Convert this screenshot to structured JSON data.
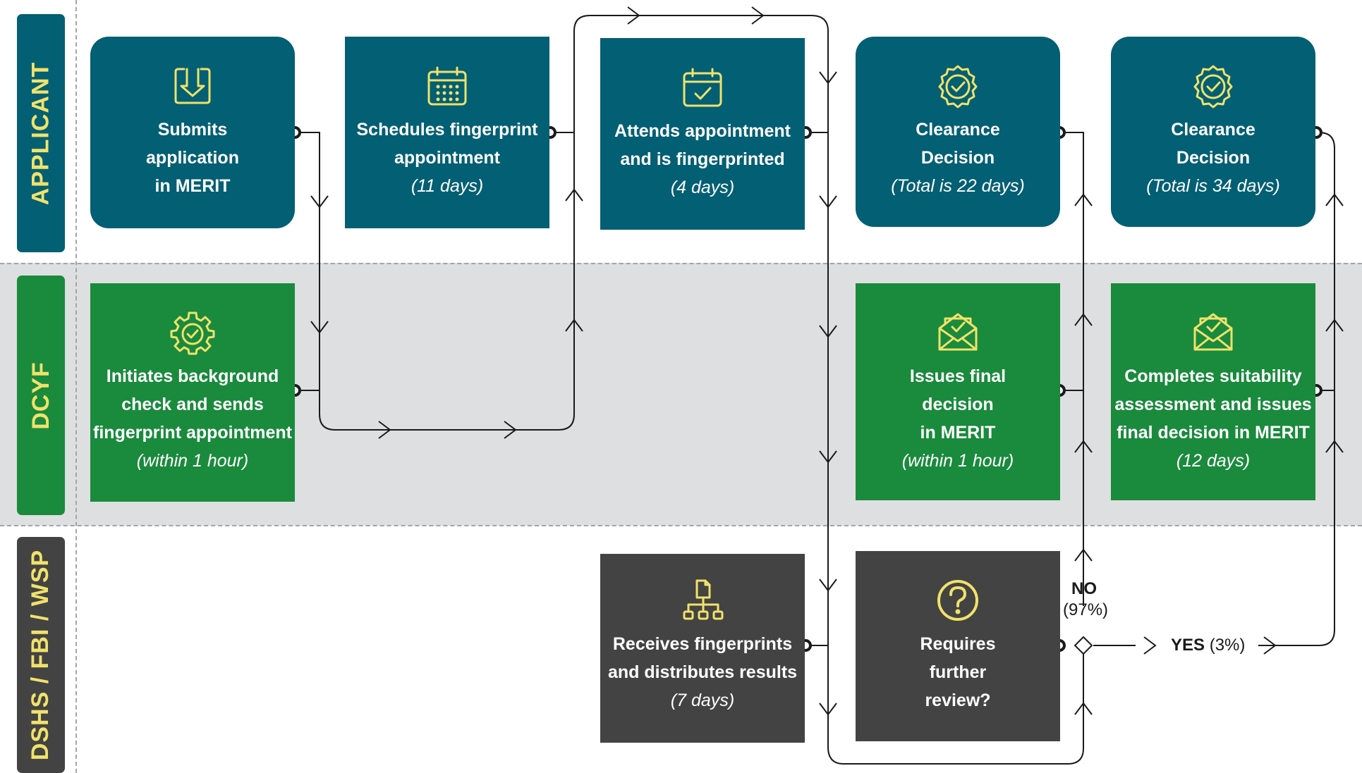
{
  "lanes": {
    "applicant": "APPLICANT",
    "dcyf": "DCYF",
    "dshs": "DSHS / FBI / WSP"
  },
  "steps": {
    "submits": {
      "title": "Submits\napplication\nin MERIT",
      "sub": "",
      "icon": "download-document-icon"
    },
    "schedules": {
      "title": "Schedules fingerprint\nappointment",
      "sub": "(11 days)",
      "icon": "calendar-icon"
    },
    "attends": {
      "title": "Attends appointment\nand is fingerprinted",
      "sub": "(4 days)",
      "icon": "calendar-check-icon"
    },
    "clearance1": {
      "title": "Clearance\nDecision",
      "sub": "(Total is 22 days)",
      "icon": "verified-badge-icon"
    },
    "clearance2": {
      "title": "Clearance\nDecision",
      "sub": "(Total is 34 days)",
      "icon": "verified-badge-icon"
    },
    "initiates": {
      "title": "Initiates background\ncheck and sends\nfingerprint appointment",
      "sub": "(within 1 hour)",
      "icon": "gear-check-icon"
    },
    "issues": {
      "title": "Issues final\ndecision\nin MERIT",
      "sub": "(within 1 hour)",
      "icon": "envelope-check-icon"
    },
    "completes": {
      "title": "Completes suitability\nassessment and issues\nfinal decision in MERIT",
      "sub": "(12 days)",
      "icon": "envelope-check-icon"
    },
    "receives": {
      "title": "Receives fingerprints\nand distributes results",
      "sub": "(7 days)",
      "icon": "org-chart-icon"
    },
    "requires": {
      "title": "Requires\nfurther\nreview?",
      "sub": "",
      "icon": "question-circle-icon"
    }
  },
  "branches": {
    "no_label": "NO",
    "no_pct": "(97%)",
    "yes_label": "YES",
    "yes_pct": "(3%)"
  },
  "colors": {
    "applicant": "#035f73",
    "dcyf": "#1a8a3d",
    "dshs": "#434343",
    "lane_text": "#f0e26b",
    "icon": "#f0e26b",
    "band": "#dedfe0"
  }
}
